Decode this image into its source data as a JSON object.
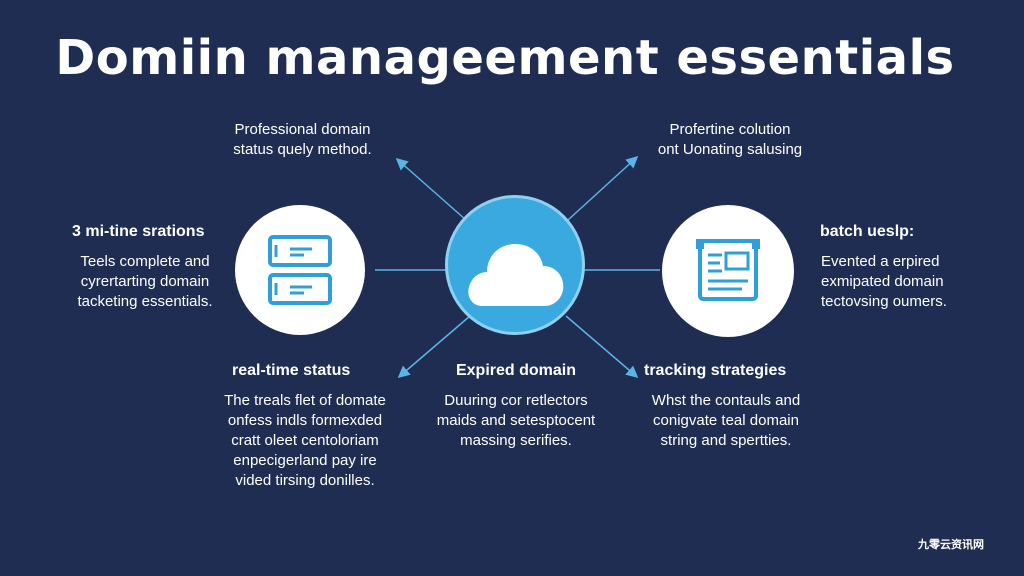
{
  "title": "Domiin manageement essentials",
  "top_left_note": [
    "Professional domain",
    "status quely method."
  ],
  "top_right_note": [
    "Profertine colution",
    "ont Uonating salusing"
  ],
  "left_block": {
    "heading": "3 mi-tine srations",
    "body": [
      "Teels complete and",
      "cyrertarting domain",
      "tacketing essentials."
    ]
  },
  "right_block": {
    "heading": "batch ueslp:",
    "body": [
      "Evented a erpired",
      "exmipated domain",
      "tectovsing oumers."
    ]
  },
  "bottom_left": {
    "heading": "real-time status",
    "body": [
      "The treals flet of domate",
      "onfess indls formexded",
      "cratt oleet centoloriam",
      "enpecigerland pay ire",
      "vided tirsing donilles."
    ]
  },
  "bottom_center": {
    "heading": "Expired domain",
    "body": [
      "Duuring cor retlectors",
      "maids and setesptocent",
      "massing serifies."
    ]
  },
  "bottom_right": {
    "heading": "tracking strategies",
    "body": [
      "Whst the contauls and",
      "conigvate teal domain",
      "string and spertties."
    ]
  },
  "icons": {
    "left": "server-icon",
    "center": "cloud-icon",
    "right": "document-icon"
  },
  "colors": {
    "background": "#1f2d52",
    "accent": "#3aa9e0",
    "connector": "#5ab4e6"
  },
  "watermark": "九零云资讯网"
}
